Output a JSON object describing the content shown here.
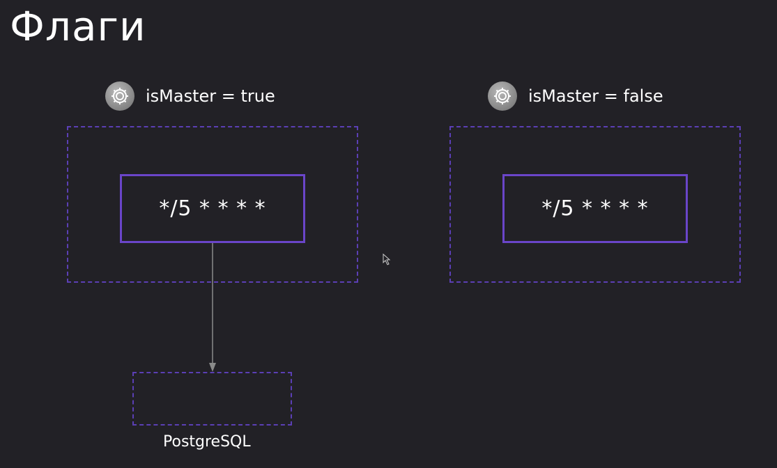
{
  "title": "Флаги",
  "nodes": [
    {
      "flag_label": "isMaster = true",
      "cron": "*/5 * * * *",
      "icon": "gear-icon"
    },
    {
      "flag_label": "isMaster = false",
      "cron": "*/5 * * * *",
      "icon": "gear-icon"
    }
  ],
  "database": {
    "label": "PostgreSQL"
  },
  "colors": {
    "background": "#222126",
    "accent": "#6a45c9",
    "dashed_border": "#5b3fb5",
    "connector": "#8a8a8a"
  }
}
